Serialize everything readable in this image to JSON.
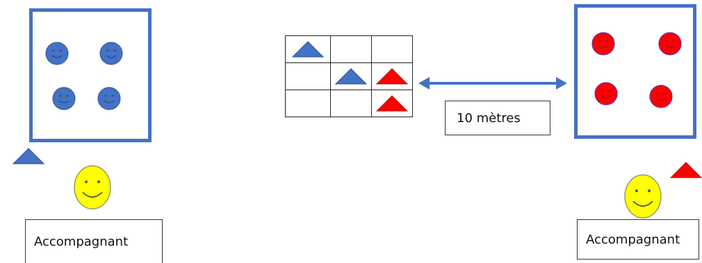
{
  "colors": {
    "blue_team": "#4472c4",
    "red_team": "#ff0000",
    "escort": "#ffff00",
    "box_border": "#4472c4"
  },
  "blue_team": {
    "players": 4,
    "marker_icon": "blue-triangle-icon"
  },
  "red_team": {
    "players": 4,
    "marker_icon": "red-triangle-icon"
  },
  "escort_left": {
    "label": "Accompagnant"
  },
  "escort_right": {
    "label": "Accompagnant"
  },
  "distance": {
    "label": "10 mètres"
  },
  "grid": {
    "rows": [
      [
        "blue",
        "",
        ""
      ],
      [
        "",
        "blue",
        "red"
      ],
      [
        "",
        "",
        "red"
      ]
    ]
  }
}
